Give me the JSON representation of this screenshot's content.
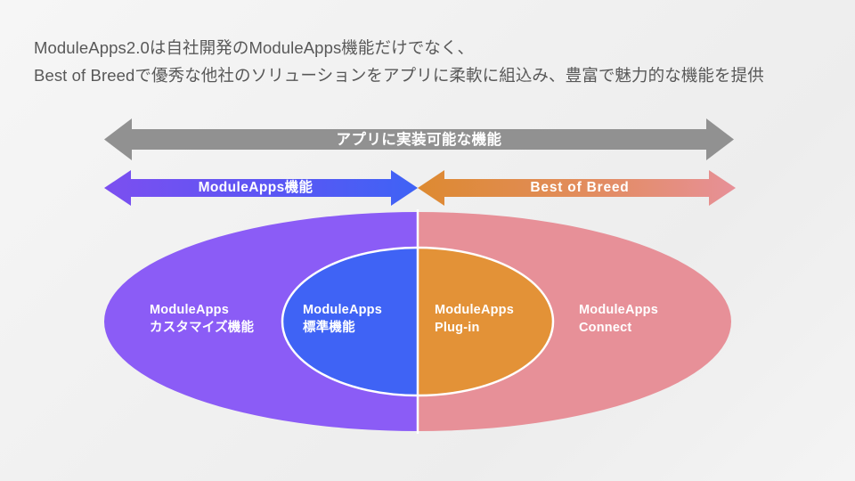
{
  "slide": {
    "background_color": "#f2f2f2",
    "heading": {
      "line1": "ModuleApps2.0は自社開発のModuleApps機能だけでなく、",
      "line2": "Best of Breedで優秀な他社のソリューションをアプリに柔軟に組込み、豊富で魅力的な機能を提供",
      "color": "#585858"
    },
    "arrows": {
      "overall": {
        "label": "アプリに実装可能な機能",
        "color": "#919191",
        "direction": "double",
        "text_color": "#ffffff"
      },
      "left": {
        "label": "ModuleApps機能",
        "color_start": "#7c4ff0",
        "color_end": "#3f63f5",
        "direction": "double",
        "text_color": "#ffffff"
      },
      "right": {
        "label": "Best of Breed",
        "color_start": "#e08a33",
        "color_end": "#e79098",
        "direction": "double",
        "text_color": "#ffffff"
      }
    },
    "venn": {
      "outer_left": {
        "name": "ModuleApps カスタマイズ機能",
        "line1": "ModuleApps",
        "line2": "カスタマイズ機能",
        "color": "#8b5cf6",
        "text_color": "#ffffff"
      },
      "inner_left": {
        "name": "ModuleApps 標準機能",
        "line1": "ModuleApps",
        "line2": "標準機能",
        "color": "#3f63f5",
        "text_color": "#ffffff"
      },
      "inner_right": {
        "name": "ModuleApps Plug-in",
        "line1": "ModuleApps",
        "line2": "Plug-in",
        "color": "#e39237",
        "text_color": "#ffffff"
      },
      "outer_right": {
        "name": "ModuleApps Connect",
        "line1": "ModuleApps",
        "line2": "Connect",
        "color": "#e79098",
        "text_color": "#ffffff"
      },
      "divider_color": "#ffffff"
    }
  }
}
